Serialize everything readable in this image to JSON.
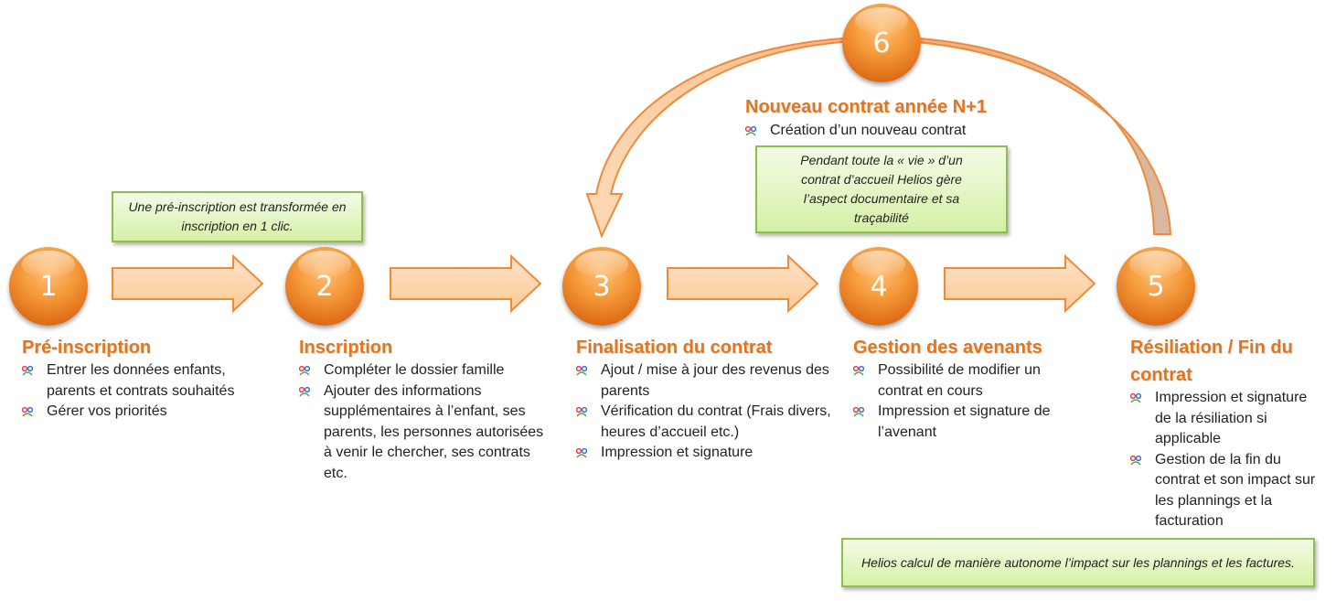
{
  "colors": {
    "accent_orange": "#e2761c",
    "note_border": "#8cbf4e",
    "note_fill": "#d6f0a6"
  },
  "steps": [
    {
      "number": "1",
      "title": "Pré-inscription",
      "bullets": [
        "Entrer les données enfants, parents et contrats souhaités",
        "Gérer vos priorités"
      ]
    },
    {
      "number": "2",
      "title": "Inscription",
      "bullets": [
        "Compléter le dossier famille",
        "Ajouter des informations supplémentaires à l’enfant, ses parents, les personnes autorisées à venir le chercher, ses contrats etc."
      ]
    },
    {
      "number": "3",
      "title": "Finalisation  du contrat",
      "bullets": [
        "Ajout / mise à jour des revenus des parents",
        "Vérification du contrat (Frais divers, heures d’accueil etc.)",
        "Impression et signature"
      ]
    },
    {
      "number": "4",
      "title": "Gestion des avenants",
      "bullets": [
        "Possibilité de modifier un contrat en cours",
        "Impression et signature de l’avenant"
      ]
    },
    {
      "number": "5",
      "title": "Résiliation / Fin du contrat",
      "bullets": [
        "Impression et signature de la résiliation si applicable",
        "Gestion de la fin du contrat et son impact sur les plannings et la facturation"
      ]
    },
    {
      "number": "6",
      "title": "Nouveau contrat année N+1",
      "bullets": [
        "Création d’un nouveau contrat"
      ]
    }
  ],
  "notes": {
    "preinscription": "Une pré-inscription est transformée en inscription en 1 clic.",
    "lifecycle": "Pendant toute la « vie » d’un contrat d’accueil Helios gère l’aspect documentaire et sa traçabilité",
    "billing": "Helios calcul de manière autonome l’impact  sur les plannings et les factures."
  },
  "icons": {
    "bullet": "people-bullet-icon",
    "flow_arrow": "right-arrow-icon",
    "loop_arrow": "curved-return-arrow-icon"
  }
}
